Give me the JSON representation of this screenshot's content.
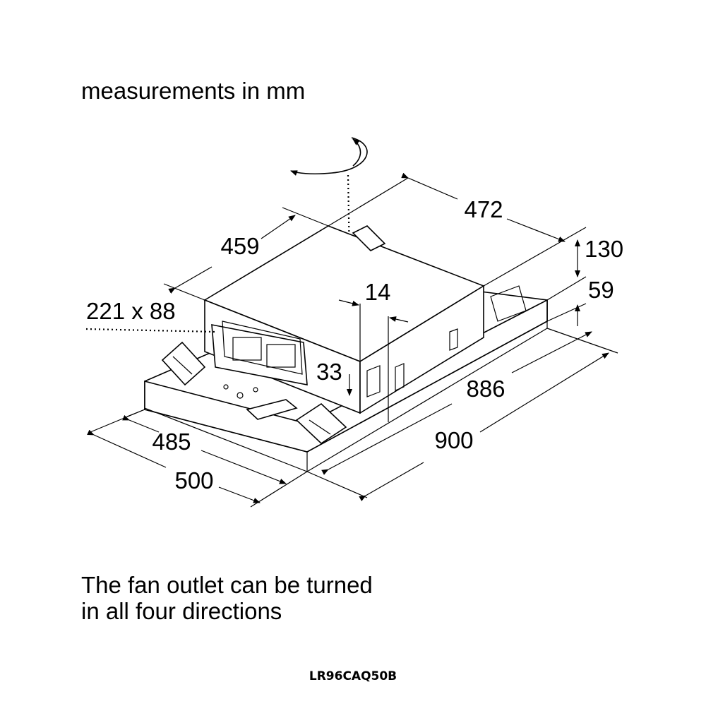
{
  "heading": "measurements in mm",
  "note_line1": "The fan outlet can be turned",
  "note_line2": "in all four directions",
  "model": "LR96CAQ50B",
  "dimensions": {
    "top_width": "472",
    "top_depth": "459",
    "outlet": "221 x 88",
    "offset": "14",
    "height_top": "130",
    "height_base": "59",
    "outlet_height": "33",
    "inner_length": "886",
    "outer_length": "900",
    "inner_depth": "485",
    "outer_depth": "500"
  }
}
